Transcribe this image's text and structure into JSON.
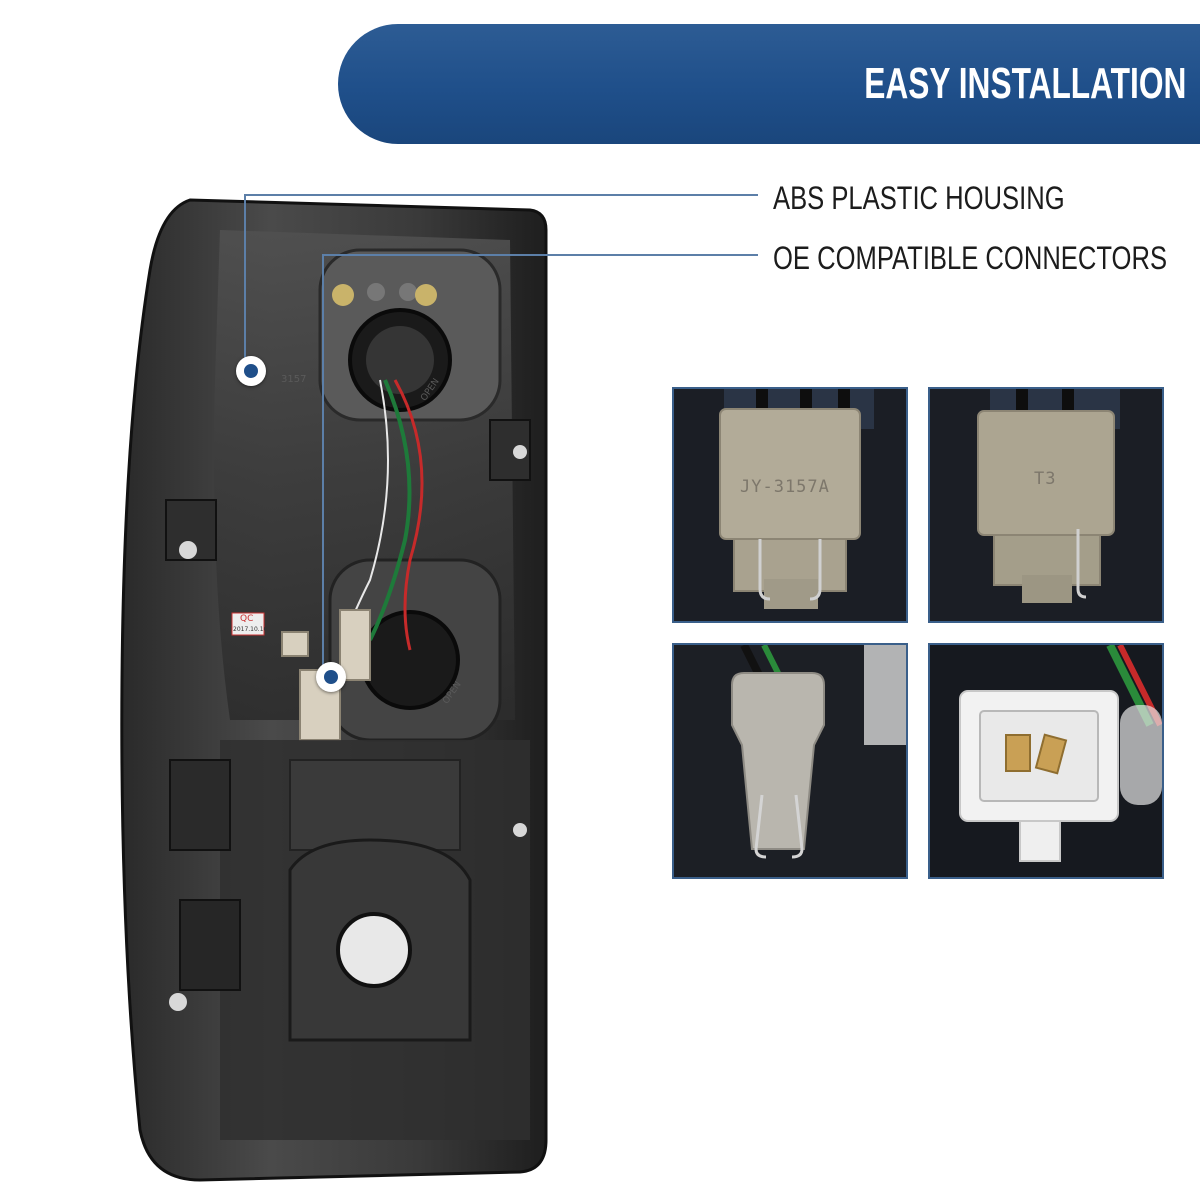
{
  "banner": {
    "title": "EASY INSTALLATION",
    "color": "#1f4f8a"
  },
  "callouts": [
    {
      "label": "ABS PLASTIC HOUSING"
    },
    {
      "label": "OE COMPATIBLE CONNECTORS"
    }
  ],
  "lamp": {
    "bulb_code": "3157",
    "qc_label": "QC",
    "qc_date": "2017.10.10",
    "open_label_upper": "OPEN",
    "open_label_lower": "OPEN"
  },
  "connector_tiles": [
    {
      "label": "JY-3157A",
      "icon": "3157-socket-icon"
    },
    {
      "label": "T3",
      "icon": "3157-socket-icon"
    },
    {
      "icon": "t10-wedge-bulb-icon"
    },
    {
      "icon": "2-pin-connector-icon"
    }
  ]
}
